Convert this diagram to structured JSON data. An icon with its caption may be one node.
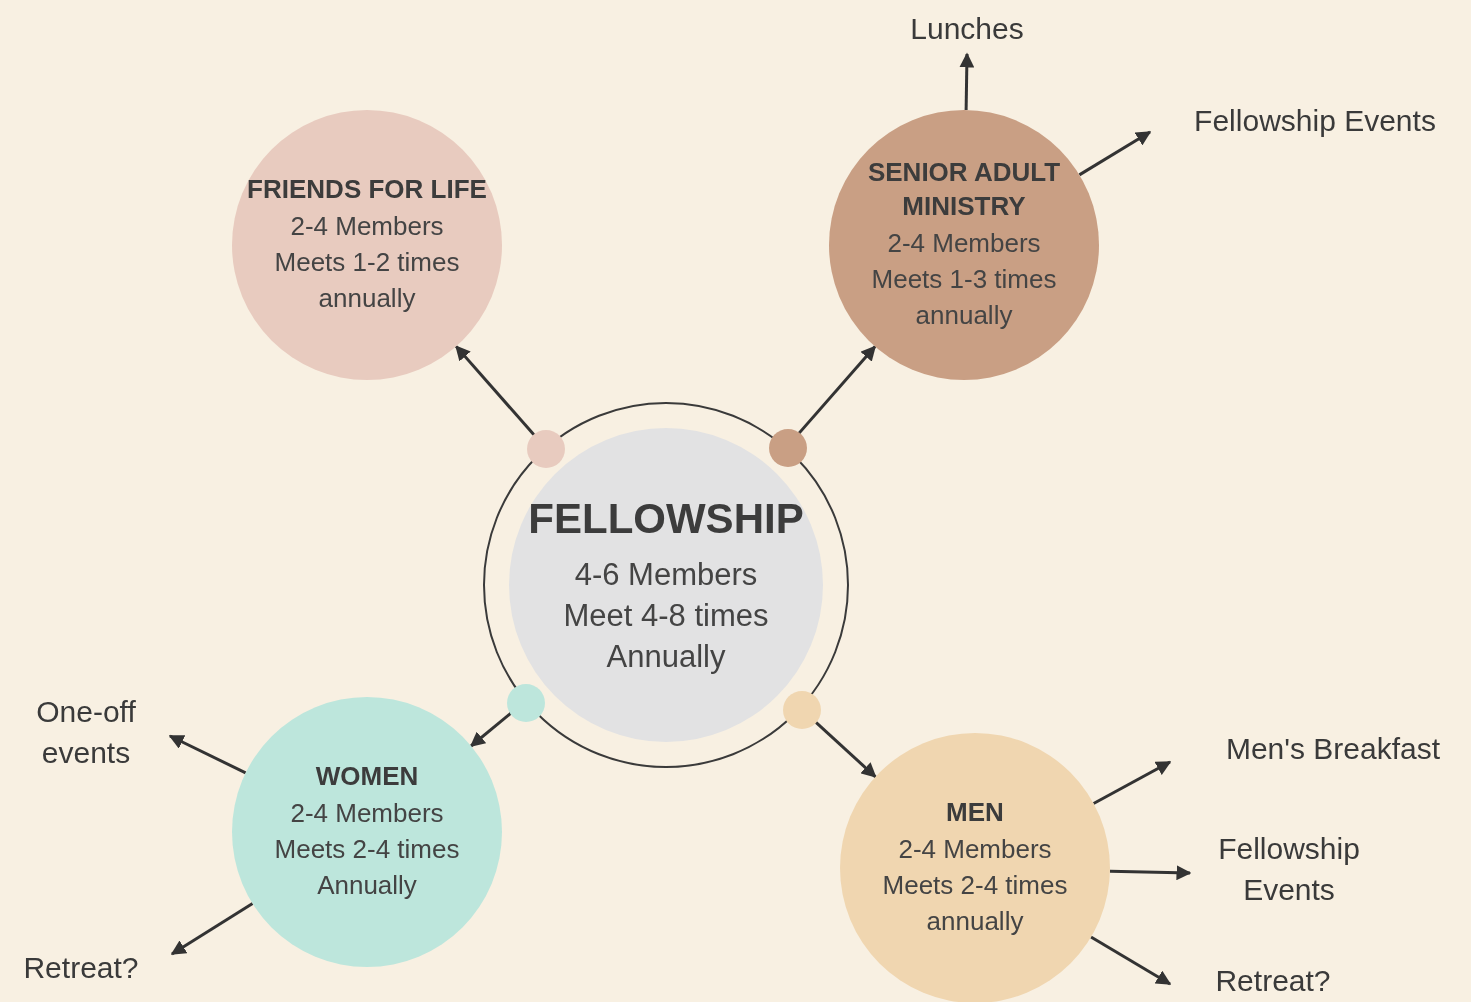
{
  "diagram": {
    "nodes": [
      {
        "text": [
          "FELLOWSHIP",
          "4-6 Members Meet 4-8 times Annually"
        ]
      },
      {
        "text": [
          "FRIENDS FOR LIFE",
          "2-4 Members Meets 1-2 times annually"
        ]
      },
      {
        "text": [
          "SENIOR ADULT MINISTRY",
          "2-4 Members Meets 1-3 times annually"
        ]
      },
      {
        "text": [
          "Lunches"
        ]
      },
      {
        "text": [
          "Fellowship Events"
        ]
      },
      {
        "text": [
          "WOMEN",
          "2-4 Members Meets 2-4 times Annually"
        ]
      },
      {
        "text": [
          "One-off events"
        ]
      },
      {
        "text": [
          "Retreat?"
        ]
      },
      {
        "text": [
          "MEN",
          "2-4 Members Meets 2-4 times annually"
        ]
      },
      {
        "text": [
          "Men's Breakfast"
        ]
      },
      {
        "text": [
          "Fellowship Events"
        ]
      },
      {
        "text": [
          "Retreat?"
        ]
      }
    ],
    "edges": [
      {
        "from": 0,
        "to": 1,
        "arrow": "to"
      },
      {
        "from": 0,
        "to": 2,
        "arrow": "to"
      },
      {
        "from": 0,
        "to": 5,
        "arrow": "to"
      },
      {
        "from": 0,
        "to": 8,
        "arrow": "to"
      },
      {
        "from": 2,
        "to": 3,
        "arrow": "to"
      },
      {
        "from": 2,
        "to": 4,
        "arrow": "to"
      },
      {
        "from": 5,
        "to": 6,
        "arrow": "to"
      },
      {
        "from": 5,
        "to": 7,
        "arrow": "to"
      },
      {
        "from": 8,
        "to": 9,
        "arrow": "to"
      },
      {
        "from": 8,
        "to": 10,
        "arrow": "to"
      },
      {
        "from": 8,
        "to": 11,
        "arrow": "to"
      }
    ]
  }
}
